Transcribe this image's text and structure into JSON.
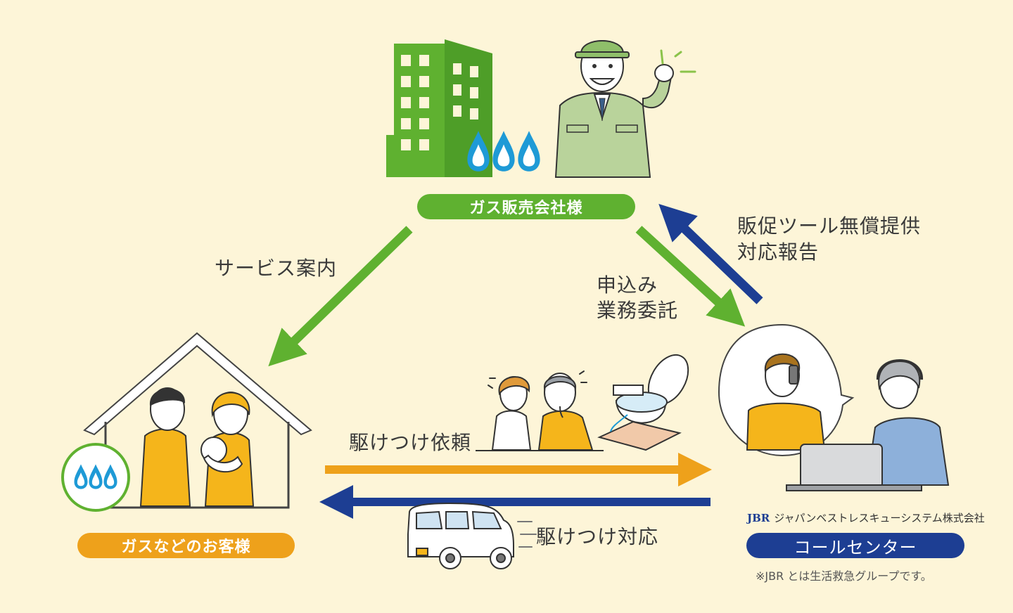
{
  "labels": {
    "service_guide": "サービス案内",
    "promo_line1": "販促ツール無償提供",
    "promo_line2": "対応報告",
    "apply_line1": "申込み",
    "apply_line2": "業務委託",
    "rush_request": "駆けつけ依頼",
    "rush_response": "駆けつけ対応"
  },
  "nodes": {
    "gas_company": "ガス販売会社様",
    "customer": "ガスなどのお客様",
    "call_center": "コールセンター"
  },
  "company": {
    "logo": "JBR",
    "name": "ジャパンベストレスキューシステム株式会社"
  },
  "footnote": "※JBR とは生活救急グループです。",
  "colors": {
    "green": "#5fb130",
    "orange": "#eea11b",
    "navy": "#1d3e93",
    "flame": "#1e9ad6",
    "background": "#fdf5d8"
  }
}
